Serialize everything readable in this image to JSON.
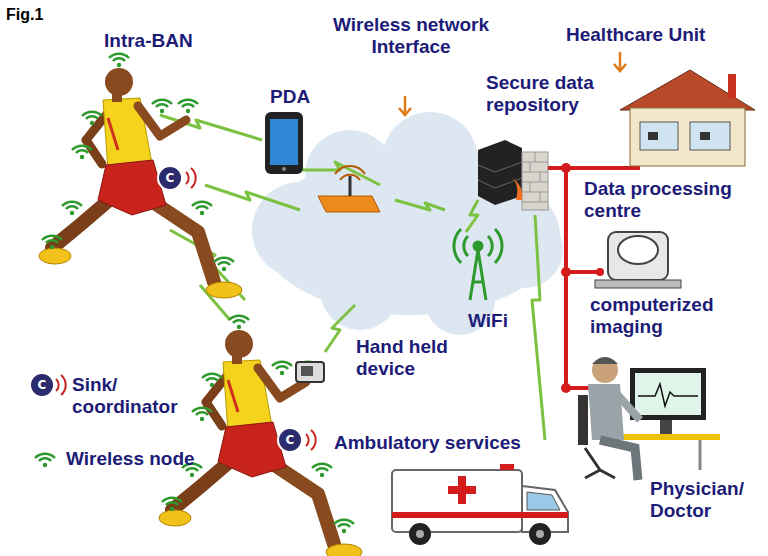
{
  "diagram": {
    "nodes": [
      {
        "text": [
          "C"
        ]
      },
      {
        "text": [
          "C"
        ]
      },
      {
        "text": [
          "C"
        ]
      }
    ],
    "labels": [
      "Fig.1",
      "Intra-BAN",
      "PDA",
      "Wireless network Interface",
      "Healthcare Unit",
      "Secure data repository",
      "Data processing centre",
      "computerized imaging",
      "WiFi",
      "Hand held device",
      "Ambulatory services",
      "Physician/ Doctor"
    ],
    "legend": [
      {
        "text": "Sink/ coordinator"
      },
      {
        "text": "Wireless node"
      }
    ]
  }
}
